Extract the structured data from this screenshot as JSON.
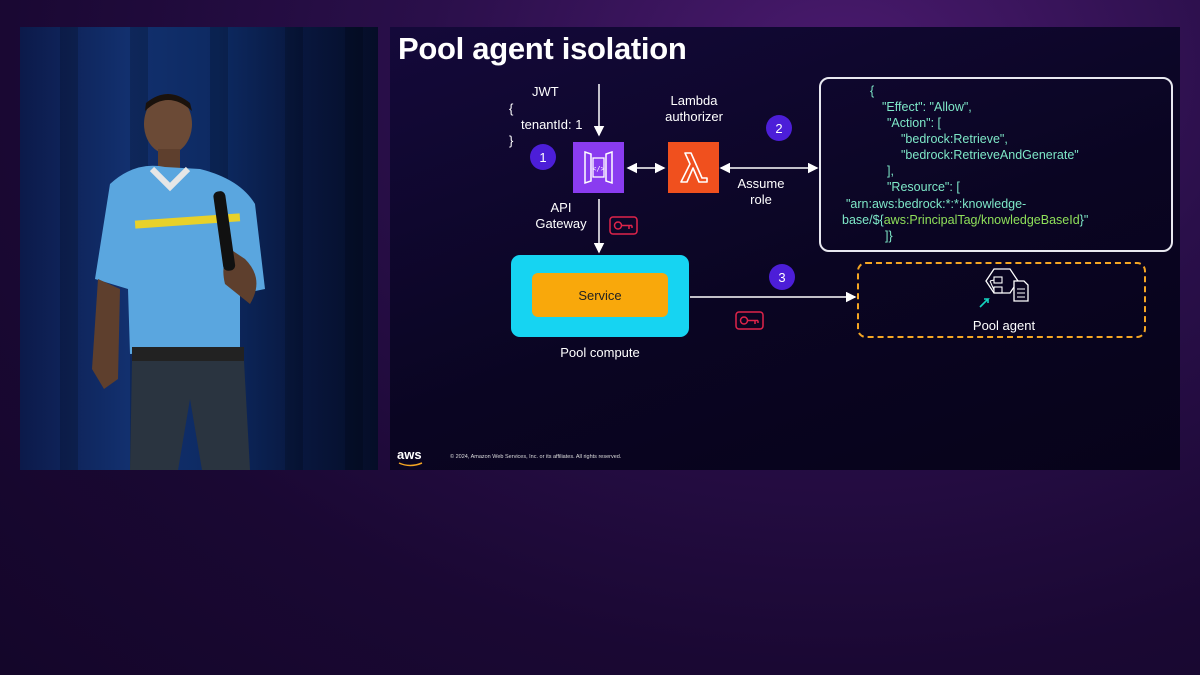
{
  "slide": {
    "title": "Pool agent isolation",
    "jwt": {
      "title": "JWT",
      "open": "{",
      "claim": "tenantId: 1",
      "close": "}"
    },
    "api_gateway_label": [
      "API",
      "Gateway"
    ],
    "lambda_label": [
      "Lambda",
      "authorizer"
    ],
    "assume_role_label": [
      "Assume",
      "role"
    ],
    "badges": [
      "1",
      "2",
      "3"
    ],
    "policy_lines": [
      "{",
      "\"Effect\": \"Allow\",",
      "\"Action\": [",
      "\"bedrock:Retrieve\",",
      "\"bedrock:RetrieveAndGenerate\"",
      "],",
      "\"Resource\": [",
      "\"arn:aws:bedrock:*:*:knowledge-",
      "]}"
    ],
    "policy_resource_prefix": "base/${",
    "policy_resource_tag": "aws:PrincipalTag/knowledgeBaseId",
    "policy_resource_suffix": "}\"",
    "service_label": "Service",
    "pool_compute_label": "Pool compute",
    "pool_agent_label": "Pool agent",
    "aws_logo": "aws",
    "copyright": "© 2024, Amazon Web Services, Inc. or its affiliates. All rights reserved."
  },
  "colors": {
    "badge": "#4c1ed8",
    "api_gateway": "#8a3cf0",
    "lambda": "#f0501e",
    "compute": "#16d4f2",
    "service": "#f9a80b",
    "key": "#e0244a",
    "agent_border": "#f5a623",
    "policy_text": "#7ee8c8",
    "policy_tag": "#8fe05a"
  },
  "icons": [
    "api-gateway-icon",
    "lambda-icon",
    "key-icon",
    "pool-agent-icon"
  ]
}
